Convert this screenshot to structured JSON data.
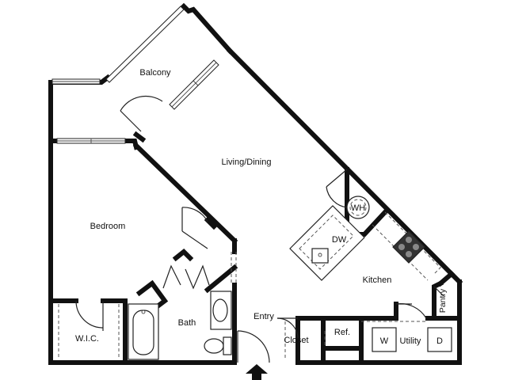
{
  "rooms": {
    "balcony": "Balcony",
    "living_dining": "Living/Dining",
    "bedroom": "Bedroom",
    "kitchen": "Kitchen",
    "bath": "Bath",
    "wic": "W.I.C.",
    "entry": "Entry",
    "closet": "Closet",
    "utility": "Utility",
    "pantry": "Pantry"
  },
  "fixtures": {
    "water_heater": "WH",
    "dishwasher": "DW",
    "refrigerator": "Ref.",
    "washer": "W",
    "dryer": "D"
  },
  "colors": {
    "wall": "#111111",
    "background": "#ffffff"
  }
}
